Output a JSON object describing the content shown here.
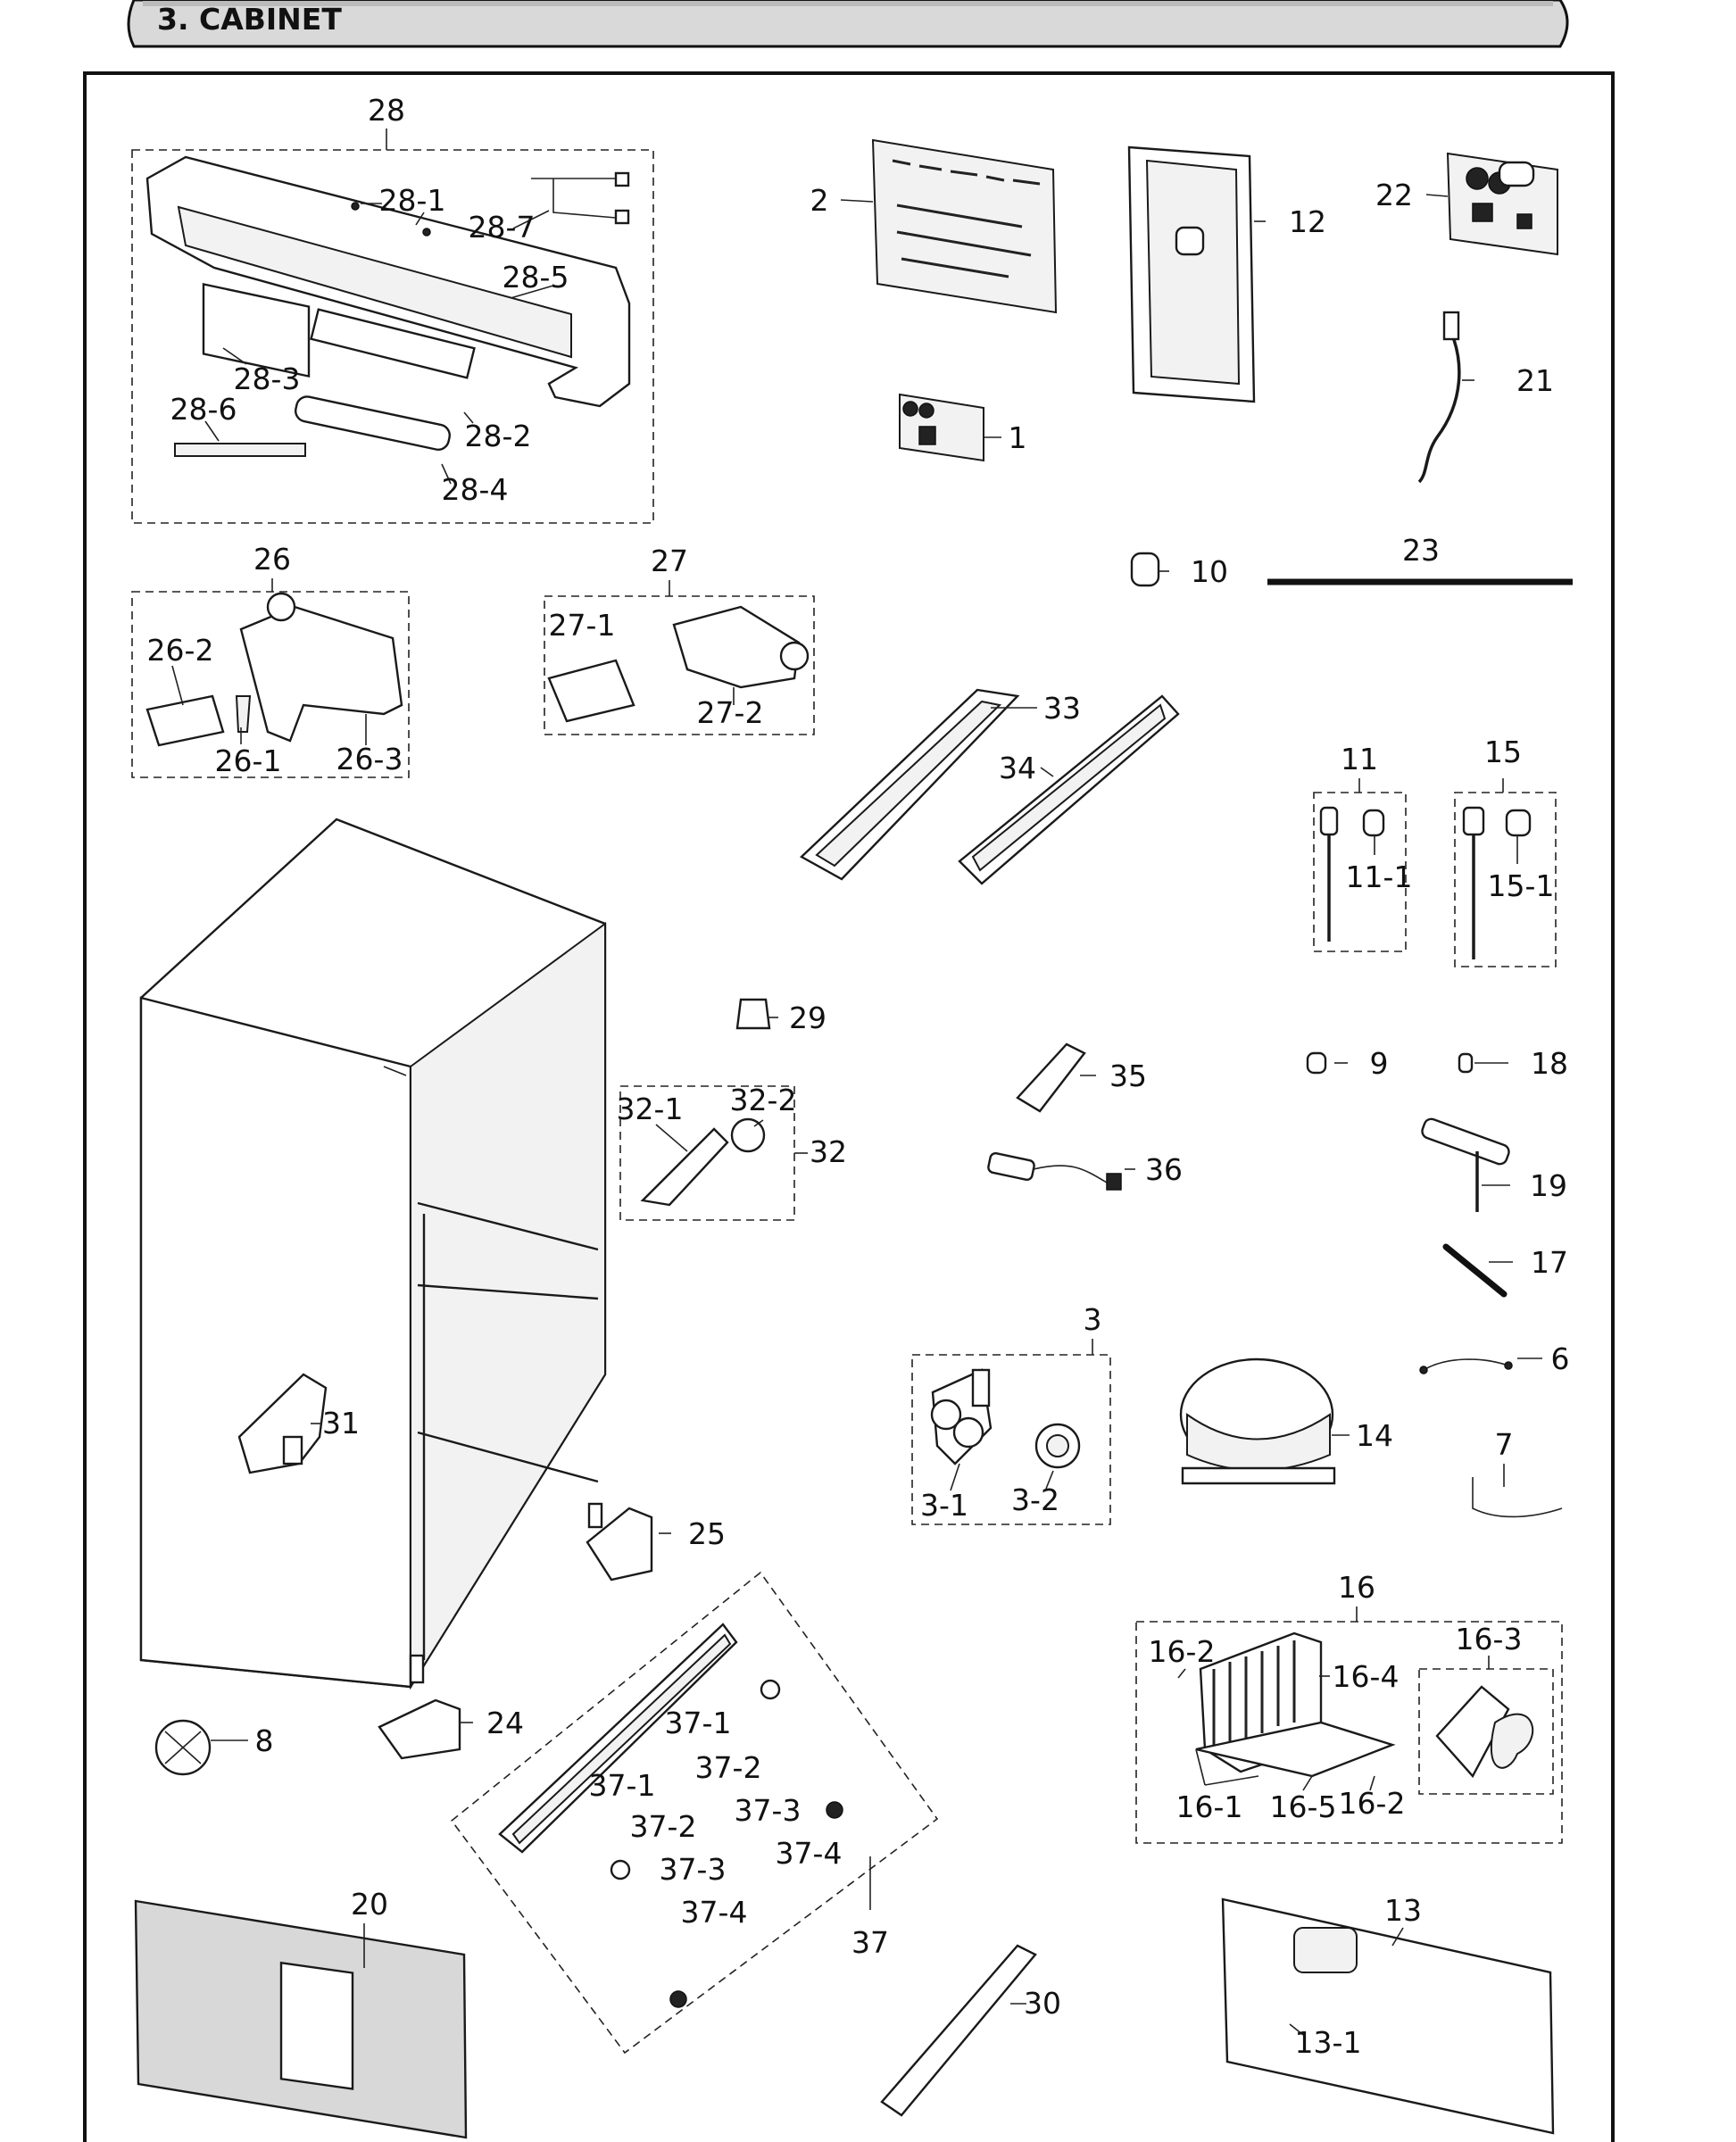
{
  "header": {
    "title": "3. CABINET"
  },
  "callouts": [
    "28",
    "28-1",
    "28-7",
    "28-5",
    "28-3",
    "28-6",
    "28-2",
    "28-4",
    "2",
    "12",
    "22",
    "21",
    "1",
    "10",
    "23",
    "26",
    "26-2",
    "26-1",
    "26-3",
    "27",
    "27-1",
    "27-2",
    "33",
    "34",
    "11",
    "11-1",
    "15",
    "15-1",
    "29",
    "9",
    "18",
    "32-1",
    "32-2",
    "32",
    "35",
    "36",
    "19",
    "17",
    "3",
    "3-1",
    "3-2",
    "14",
    "6",
    "7",
    "31",
    "25",
    "24",
    "8",
    "16",
    "16-2",
    "16-4",
    "16-3",
    "16-1",
    "16-5",
    "37-1",
    "37-2",
    "37-3",
    "37-4",
    "37",
    "20",
    "13",
    "13-1",
    "30"
  ]
}
